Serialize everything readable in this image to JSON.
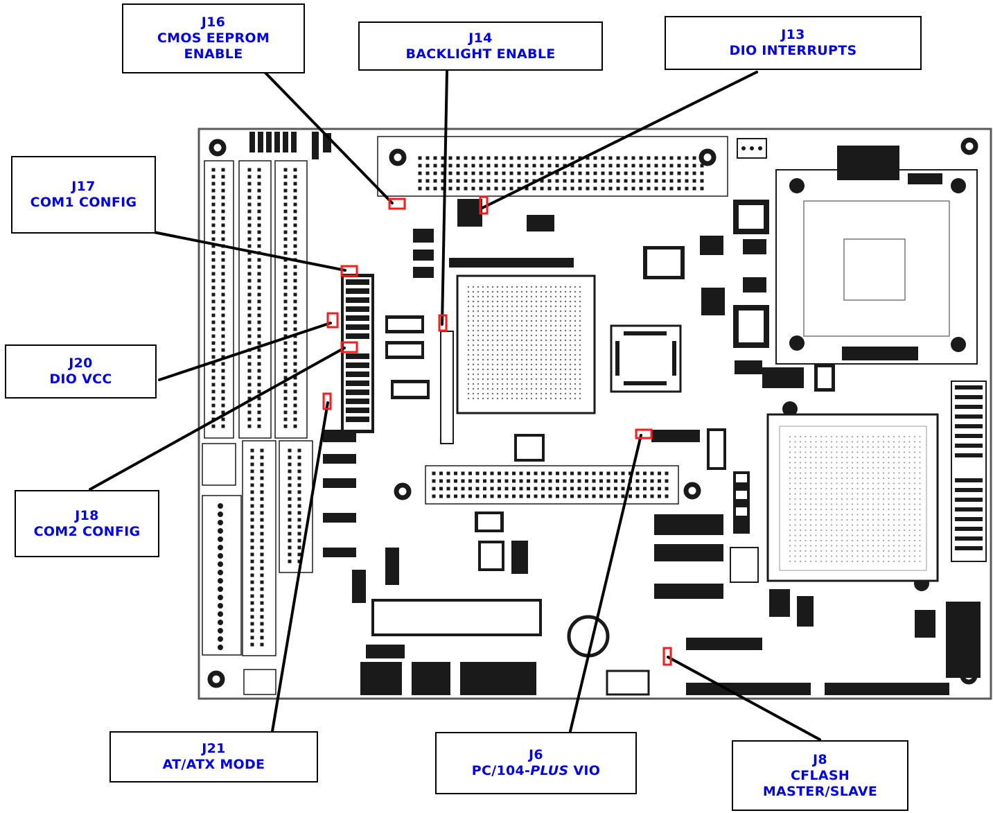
{
  "colors": {
    "label_text": "#0000ee",
    "board_outline": "#5a5a5a",
    "component": "#1a1a1a",
    "jumper_highlight": "#ff1a1a",
    "leader_line": "#000000"
  },
  "callouts": {
    "j16": {
      "designator": "J16",
      "line1": "CMOS EEPROM",
      "line2": "ENABLE"
    },
    "j14": {
      "designator": "J14",
      "line1": "BACKLIGHT ENABLE"
    },
    "j13": {
      "designator": "J13",
      "line1": "DIO INTERRUPTS"
    },
    "j17": {
      "designator": "J17",
      "line1": "COM1 CONFIG"
    },
    "j20": {
      "designator": "J20",
      "line1": "DIO VCC"
    },
    "j18": {
      "designator": "J18",
      "line1": "COM2 CONFIG"
    },
    "j21": {
      "designator": "J21",
      "line1": "AT/ATX MODE"
    },
    "j6": {
      "designator": "J6",
      "line1_prefix": "PC/104-",
      "line1_italic": "PLUS",
      "line1_suffix": " VIO"
    },
    "j8": {
      "designator": "J8",
      "line1": "CFLASH",
      "line2": "MASTER/SLAVE"
    }
  }
}
